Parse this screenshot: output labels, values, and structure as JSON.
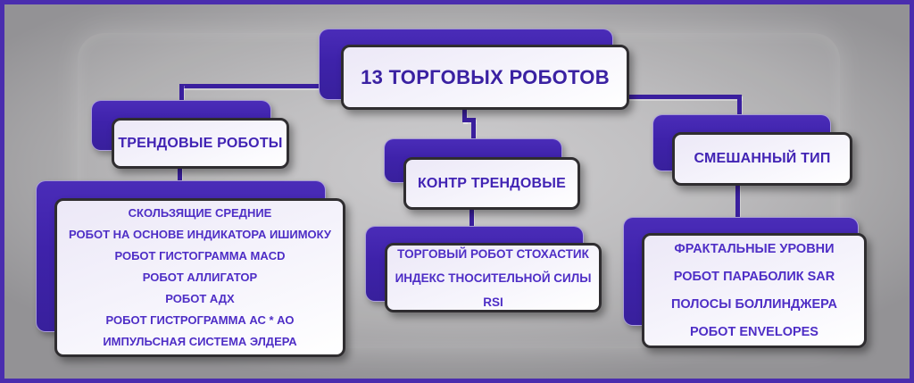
{
  "diagram": {
    "title": "13 ТОРГОВЫХ РОБОТОВ",
    "branches": [
      {
        "id": "trend",
        "header": "ТРЕНДОВЫЕ РОБОТЫ",
        "items": [
          "СКОЛЬЗЯЩИЕ СРЕДНИЕ",
          "РОБОТ НА ОСНОВЕ ИНДИКАТОРА ИШИМОКУ",
          "РОБОТ ГИСТОГРАММА MACD",
          "РОБОТ АЛЛИГАТОР",
          "РОБОТ АДХ",
          "РОБОТ ГИСТРОГРАММА АС * АО",
          "ИМПУЛЬСНАЯ СИСТЕМА ЭЛДЕРА"
        ]
      },
      {
        "id": "counter-trend",
        "header": "КОНТР ТРЕНДОВЫЕ",
        "items": [
          "ТОРГОВЫЙ РОБОТ СТОХАСТИК",
          "ИНДЕКС ТНОСИТЕЛЬНОЙ СИЛЫ RSI"
        ]
      },
      {
        "id": "mixed",
        "header": "СМЕШАННЫЙ ТИП",
        "items": [
          "ФРАКТАЛЬНЫЕ УРОВНИ",
          "РОБОТ ПАРАБОЛИК SAR",
          "ПОЛОСЫ БОЛЛИНДЖЕРА",
          "РОБОТ ENVELOPES"
        ]
      }
    ],
    "colors": {
      "node_purple": "#3e22aa",
      "connector_purple": "#3a1f9e",
      "text_purple": "#4123b4",
      "box_border": "#2f2d30",
      "frame_border": "#4a2dae",
      "background_gray": "#b3b2b4"
    }
  }
}
